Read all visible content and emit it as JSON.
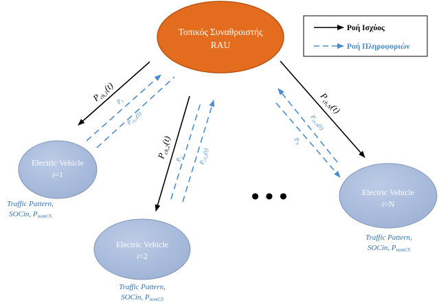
{
  "aggregator": {
    "line1": "Τοπικός Συναθροιστής",
    "line2": "RAU",
    "fill_color": "#E46C1E",
    "stroke_color": "#B85412"
  },
  "vehicles": [
    {
      "title": "Electric Vehicle",
      "index_var": "i",
      "index_eq": "=1",
      "info_line1": "Traffic Pattern,",
      "info_line2_prefix": "SOCin, P",
      "info_line2_sub": "nomCS"
    },
    {
      "title": "Electric Vehicle",
      "index_var": "i",
      "index_eq": "=2",
      "info_line1": "Traffic Pattern,",
      "info_line2_prefix": "SOCin, P",
      "info_line2_sub": "nomCS"
    },
    {
      "title": "Electric Vehicle",
      "index_var": "i",
      "index_eq": "=N",
      "info_line1": "Traffic Pattern,",
      "info_line2_prefix": "SOCin, P",
      "info_line2_sub": "nomCS"
    }
  ],
  "vehicle_fill": "#A7B9DA",
  "vehicle_stroke": "#7F93B8",
  "legend": {
    "power_flow": "Ροή Ισχύος",
    "info_flow": "Ροή Πληροφοριών",
    "power_color": "#000000",
    "info_color": "#4A8CCB"
  },
  "power_labels": [
    {
      "p": "P",
      "sub": "ch,1",
      "arg": "(t)"
    },
    {
      "p": "P",
      "sub": "ch,2",
      "arg": "(t)"
    },
    {
      "p": "P",
      "sub": "ch,N",
      "arg": "(t)"
    }
  ],
  "info_labels": [
    {
      "a_p": "P",
      "a_sub": "1",
      "b_p": "P",
      "b_sub": "ch,1",
      "b_arg": "(t)"
    },
    {
      "a_p": "P",
      "a_sub": "2",
      "b_p": "P",
      "b_sub": "ch,2",
      "b_arg": "(t)"
    },
    {
      "a_p": "P",
      "a_sub": "N",
      "b_p": "P",
      "b_sub": "ch,N",
      "b_arg": "(t)"
    }
  ],
  "ellipsis": "• • •"
}
